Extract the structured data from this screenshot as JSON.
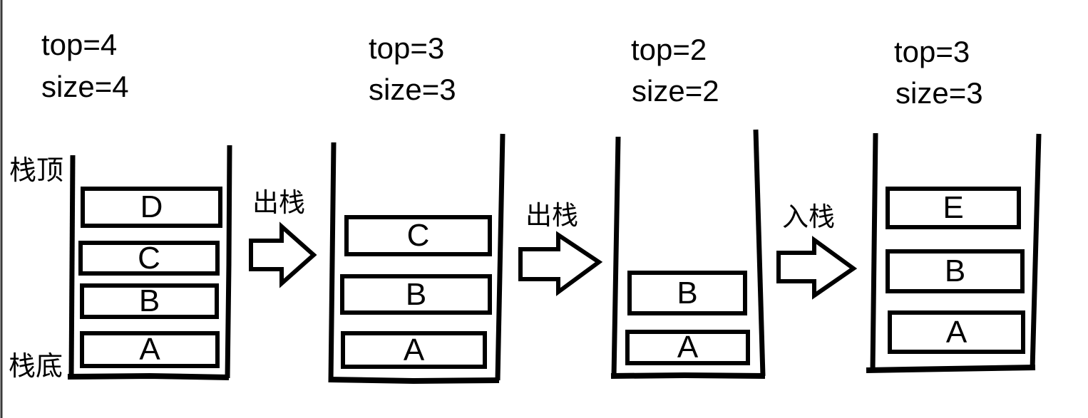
{
  "page": {
    "background": "#ffffff",
    "ink_color": "#000000",
    "left_edge_color": "#3a3a3a"
  },
  "panels": [
    {
      "top_label": "top=4",
      "size_label": "size=4",
      "items": [
        "D",
        "C",
        "B",
        "A"
      ]
    },
    {
      "top_label": "top=3",
      "size_label": "size=3",
      "items": [
        "C",
        "B",
        "A"
      ]
    },
    {
      "top_label": "top=2",
      "size_label": "size=2",
      "items": [
        "B",
        "A"
      ]
    },
    {
      "top_label": "top=3",
      "size_label": "size=3",
      "items": [
        "E",
        "B",
        "A"
      ]
    }
  ],
  "stack_labels": {
    "top": "栈顶",
    "bottom": "栈底"
  },
  "arrows": [
    {
      "label": "出栈"
    },
    {
      "label": "出栈"
    },
    {
      "label": "入栈"
    }
  ]
}
